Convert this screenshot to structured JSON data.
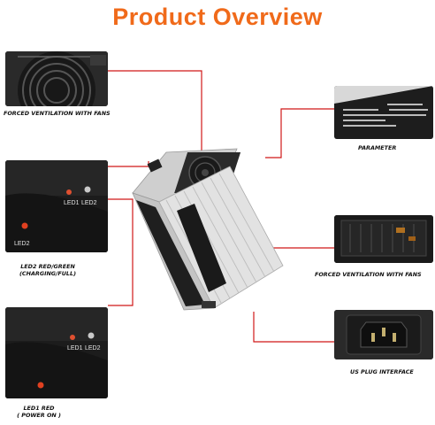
{
  "title": "Product Overview",
  "colors": {
    "title": "#f06a1a",
    "connector": "#d01818",
    "photo_dark": "#1b1b1b",
    "housing": "#d9d9d9"
  },
  "left": {
    "fans_caption": "FORCED VENTILATION WITH FANS",
    "led2_caption_line1": "LED2 RED/GREEN",
    "led2_caption_line2": "(CHARGING/FULL)",
    "led1_caption_line1": "LED1 RED",
    "led1_caption_line2": "( POWER ON )",
    "led_labels": {
      "led1": "LED1",
      "led2": "LED2"
    }
  },
  "right": {
    "parameter_caption": "PARAMETER",
    "fans_caption": "FORCED VENTILATION WITH FANS",
    "plug_caption": "US PLUG INTERFACE"
  }
}
